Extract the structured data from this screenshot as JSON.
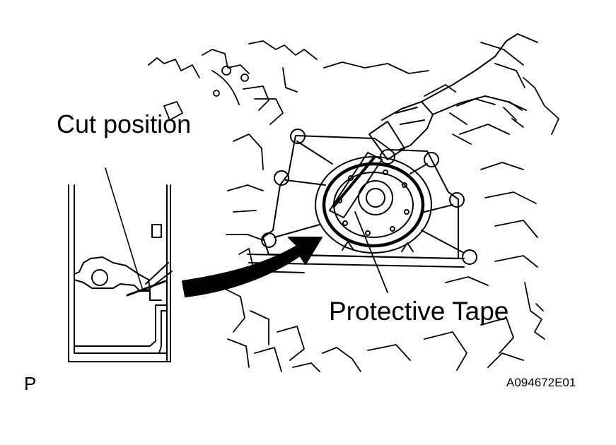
{
  "labels": {
    "cut_position": "Cut position",
    "protective_tape": "Protective Tape",
    "view_marker": "P",
    "figure_code": "A094672E01"
  },
  "colors": {
    "line": "#000000",
    "background": "#ffffff"
  }
}
